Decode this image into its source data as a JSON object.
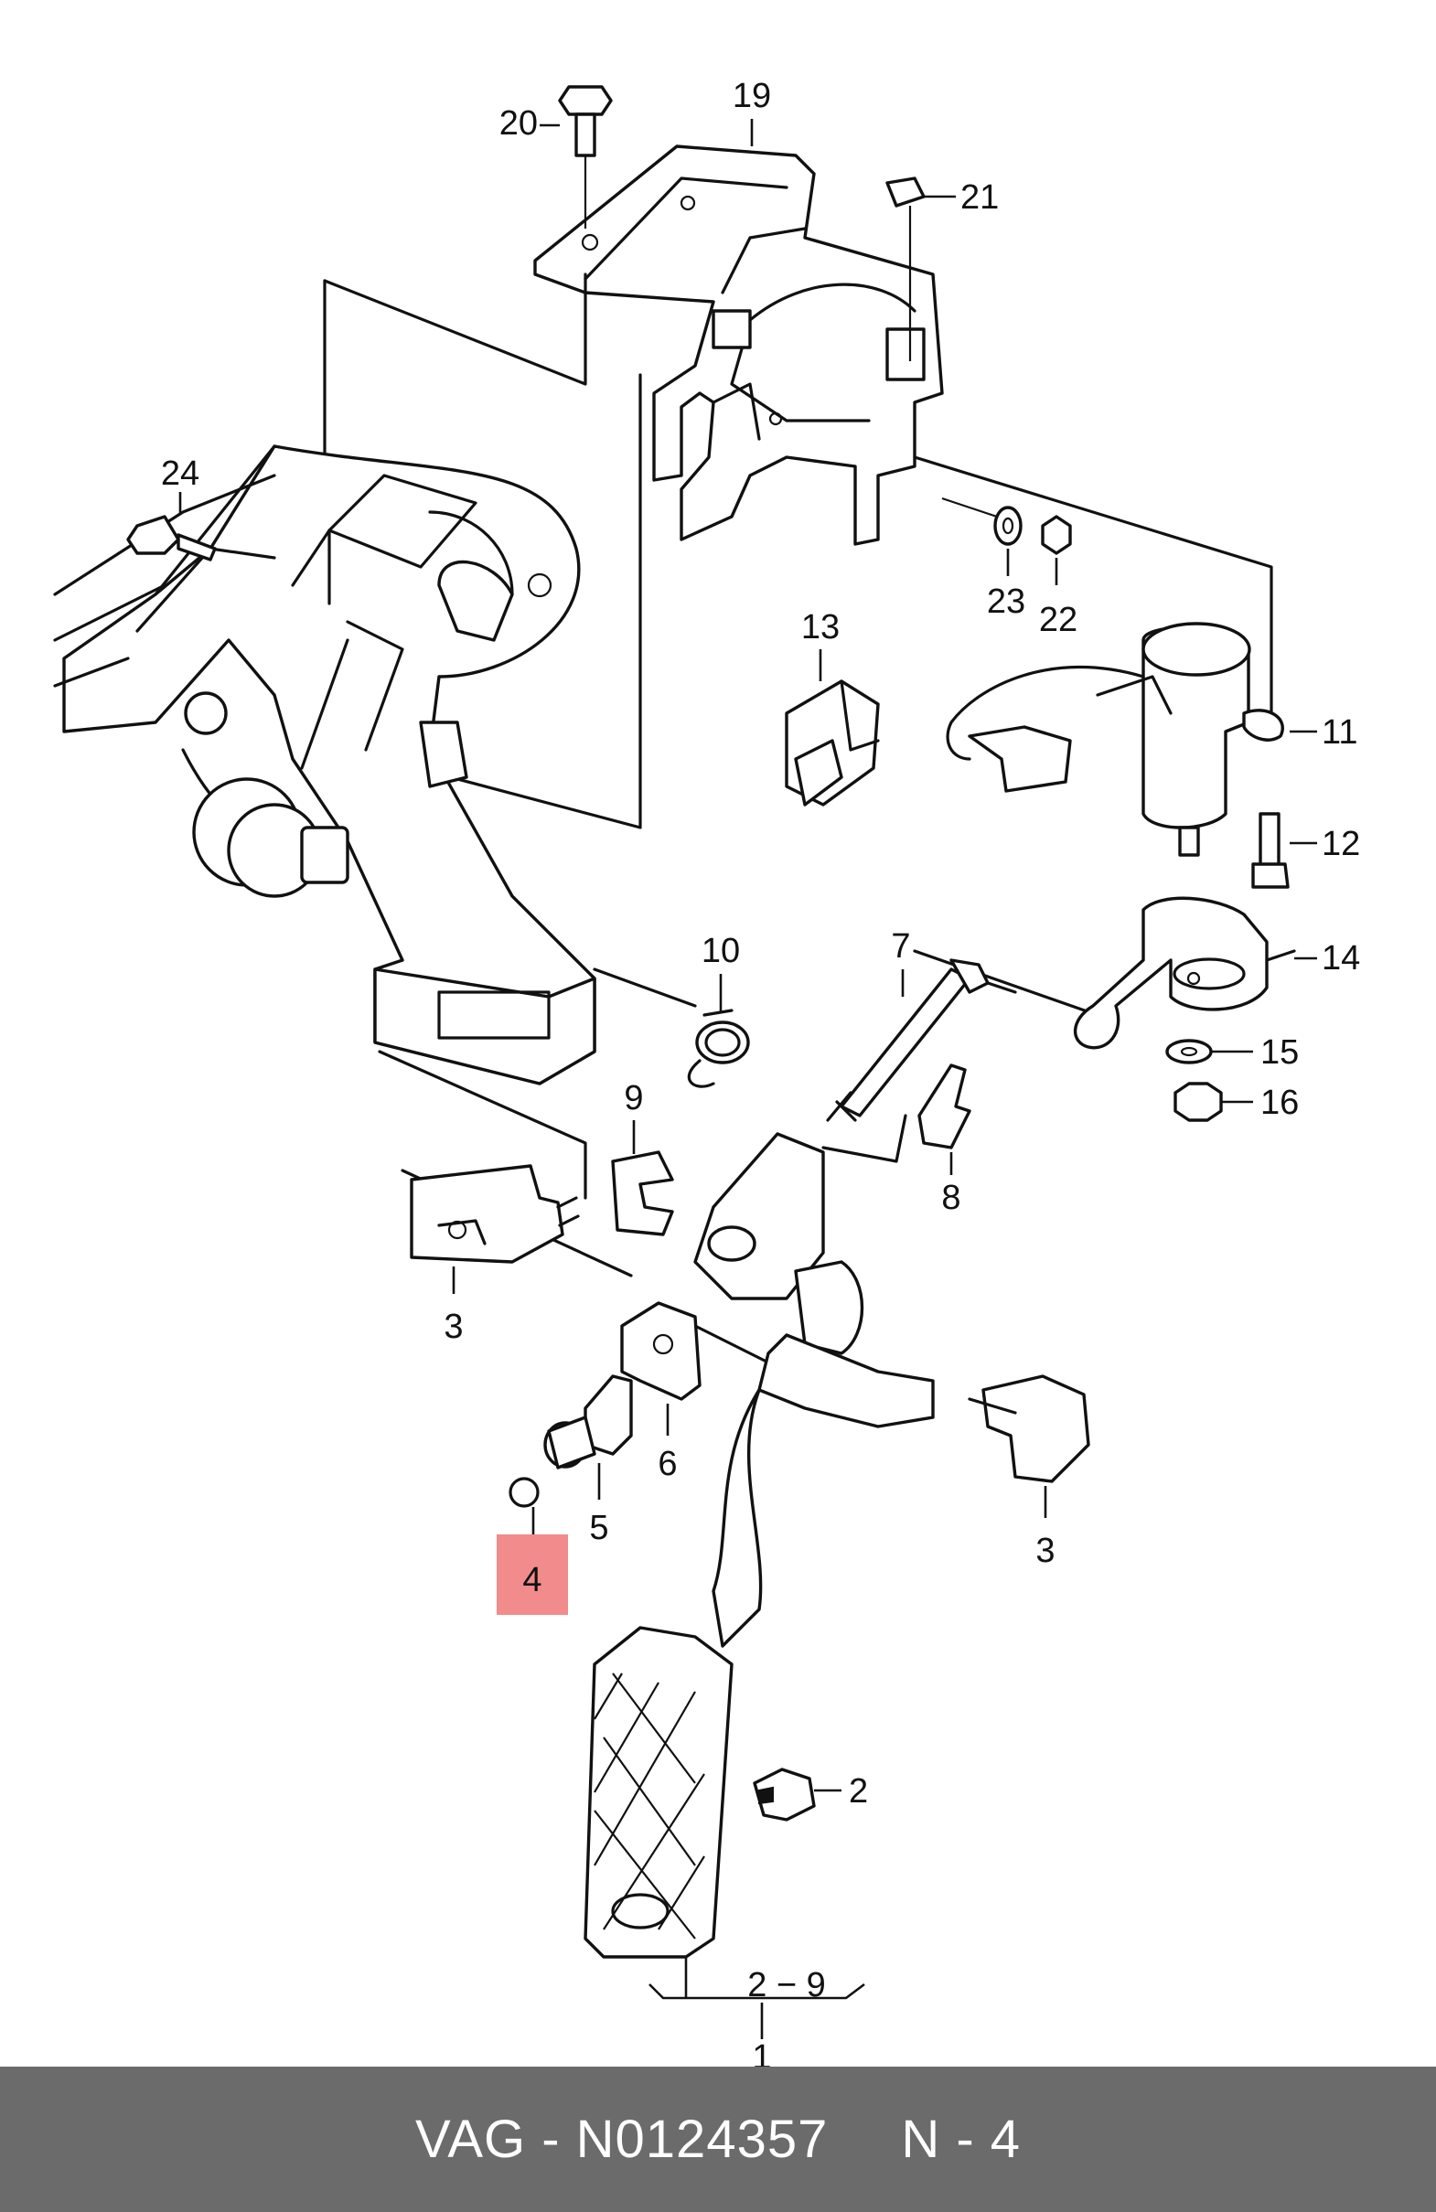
{
  "callouts": {
    "c1": "1",
    "c2": "2",
    "c2_9": "2 − 9",
    "c3a": "3",
    "c3b": "3",
    "c4": "4",
    "c5": "5",
    "c6": "6",
    "c7": "7",
    "c8": "8",
    "c9": "9",
    "c10": "10",
    "c11": "11",
    "c12": "12",
    "c13": "13",
    "c14": "14",
    "c15": "15",
    "c16": "16",
    "c19": "19",
    "c20": "20",
    "c21": "21",
    "c22": "22",
    "c23": "23",
    "c24": "24"
  },
  "highlight": {
    "color": "#f28b8b"
  },
  "footer": {
    "part_number": "VAG - N0124357",
    "position": "N - 4",
    "background": "#6b6b6b"
  }
}
